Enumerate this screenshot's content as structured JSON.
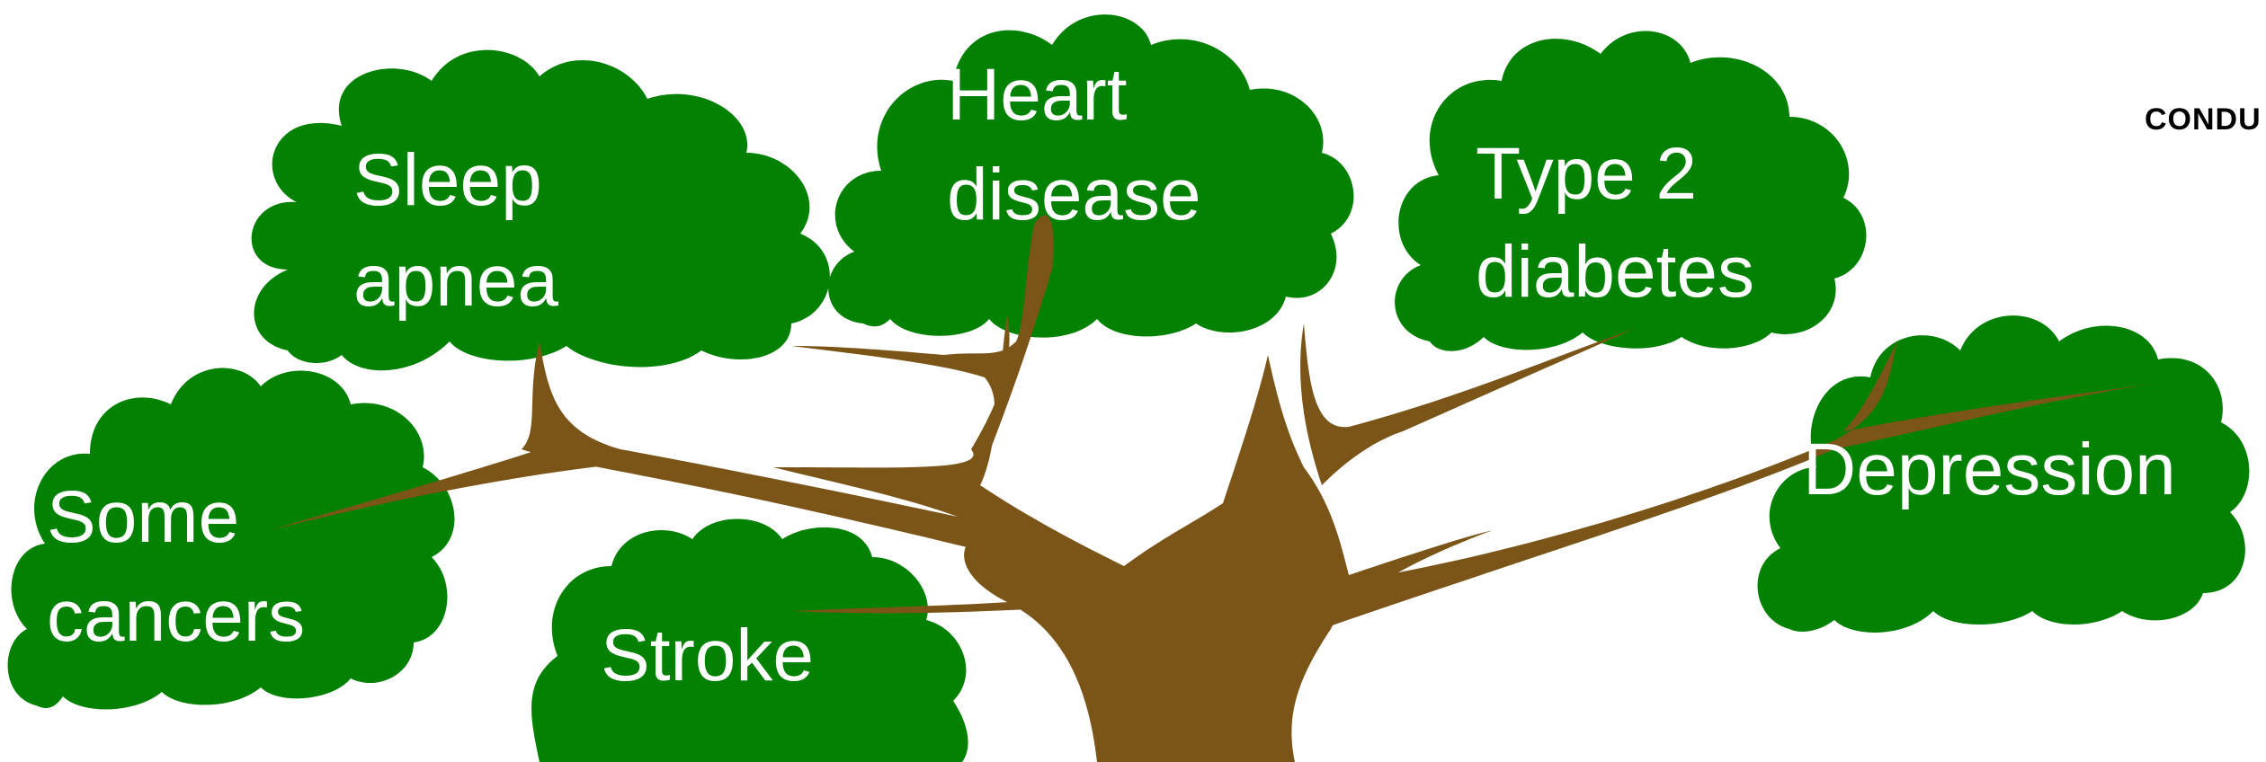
{
  "diagram": {
    "nodes": [
      {
        "id": "sleep_apnea",
        "lines": [
          "Sleep",
          "apnea"
        ]
      },
      {
        "id": "heart_disease",
        "lines": [
          "Heart",
          "disease"
        ]
      },
      {
        "id": "type2_diabetes",
        "lines": [
          "Type 2",
          "diabetes"
        ]
      },
      {
        "id": "depression",
        "lines": [
          "Depression"
        ]
      },
      {
        "id": "some_cancers",
        "lines": [
          "Some",
          "cancers"
        ]
      },
      {
        "id": "stroke",
        "lines": [
          "Stroke"
        ]
      }
    ]
  },
  "brand": {
    "text": "CONDU"
  },
  "colors": {
    "foliage": "#028102",
    "trunk": "#7b5518",
    "label": "#ffffff",
    "brand": "#000000",
    "background": "#ffffff"
  }
}
